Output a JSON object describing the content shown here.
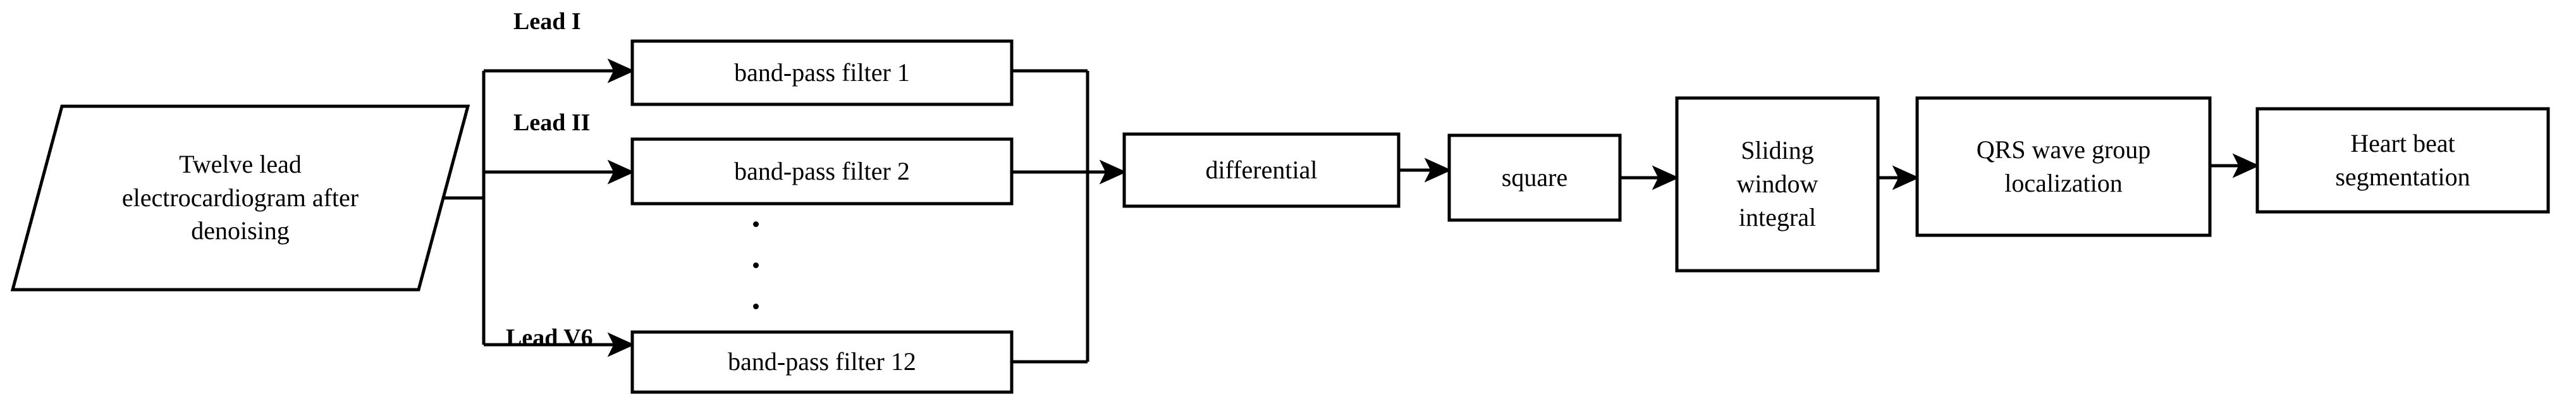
{
  "diagram": {
    "title": "Twelve-lead ECG QRS detection and heart beat segmentation flowchart",
    "background_color": "#ffffff",
    "stroke_color": "#000000",
    "text_color": "#000000"
  },
  "input_node": {
    "shape": "parallelogram",
    "label": "Twelve lead\nelectrocardiogram after\ndenoising"
  },
  "lead_labels": [
    {
      "text": "Lead I"
    },
    {
      "text": "Lead II"
    },
    {
      "text": "Lead V6"
    }
  ],
  "filters": [
    {
      "label": "band-pass filter 1"
    },
    {
      "label": "band-pass filter 2"
    },
    {
      "label": "band-pass filter 12"
    }
  ],
  "ellipsis": {
    "glyph": "⋮",
    "dot_count": 3,
    "meaning": "filters 3 through 11 omitted"
  },
  "stages": [
    {
      "label": "differential"
    },
    {
      "label": "square"
    },
    {
      "label": "Sliding\nwindow\nintegral"
    },
    {
      "label": "QRS wave group\nlocalization"
    },
    {
      "label": "Heart beat\nsegmentation"
    }
  ]
}
